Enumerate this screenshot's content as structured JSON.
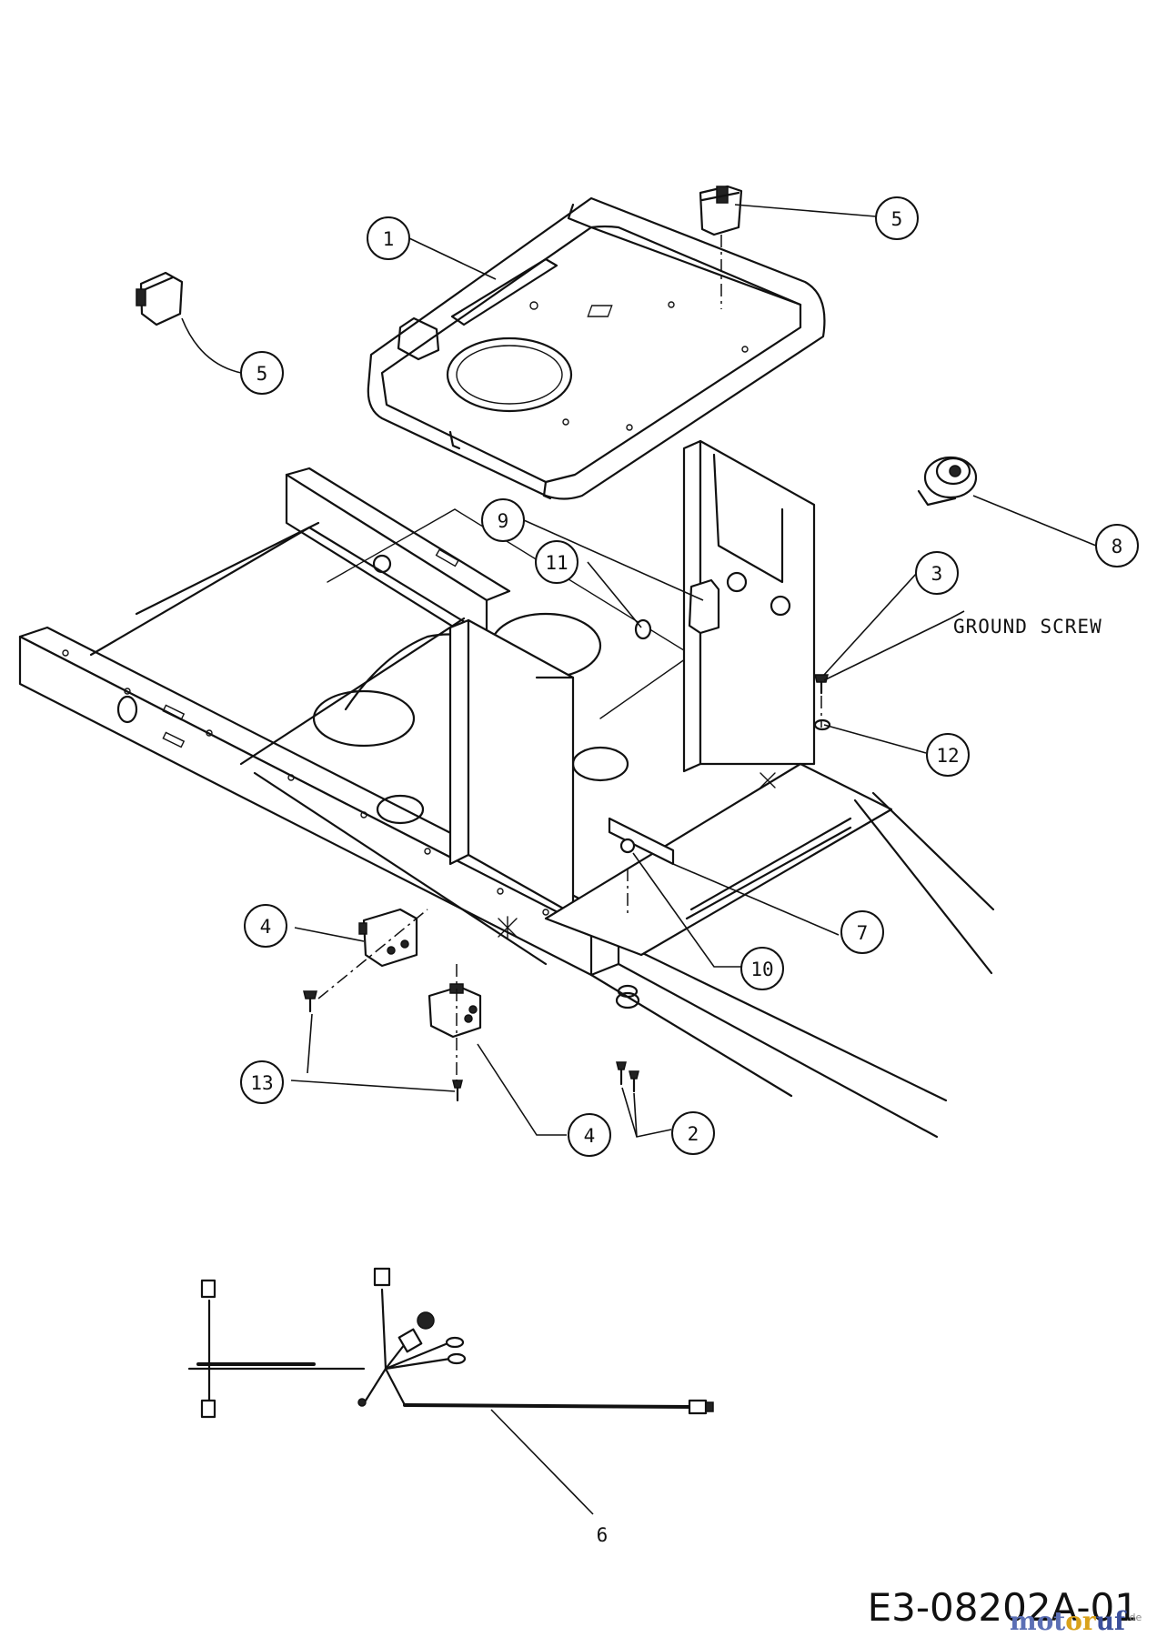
{
  "callouts": [
    {
      "id": "c1",
      "label": "1"
    },
    {
      "id": "c5a",
      "label": "5"
    },
    {
      "id": "c5b",
      "label": "5"
    },
    {
      "id": "c8",
      "label": "8"
    },
    {
      "id": "c9",
      "label": "9"
    },
    {
      "id": "c11",
      "label": "11"
    },
    {
      "id": "c3",
      "label": "3"
    },
    {
      "id": "c12",
      "label": "12"
    },
    {
      "id": "c7",
      "label": "7"
    },
    {
      "id": "c10",
      "label": "10"
    },
    {
      "id": "c4a",
      "label": "4"
    },
    {
      "id": "c4b",
      "label": "4"
    },
    {
      "id": "c13",
      "label": "13"
    },
    {
      "id": "c2",
      "label": "2"
    }
  ],
  "annotation": {
    "ground_screw": "GROUND SCREW"
  },
  "harness_label": "6",
  "diagram_code": "E3-08202A-01",
  "watermark": {
    "text": "motoruf",
    "suffix": ".de",
    "colors": [
      "#5b6fb5",
      "#d9a21b",
      "#3b4f9c"
    ]
  }
}
